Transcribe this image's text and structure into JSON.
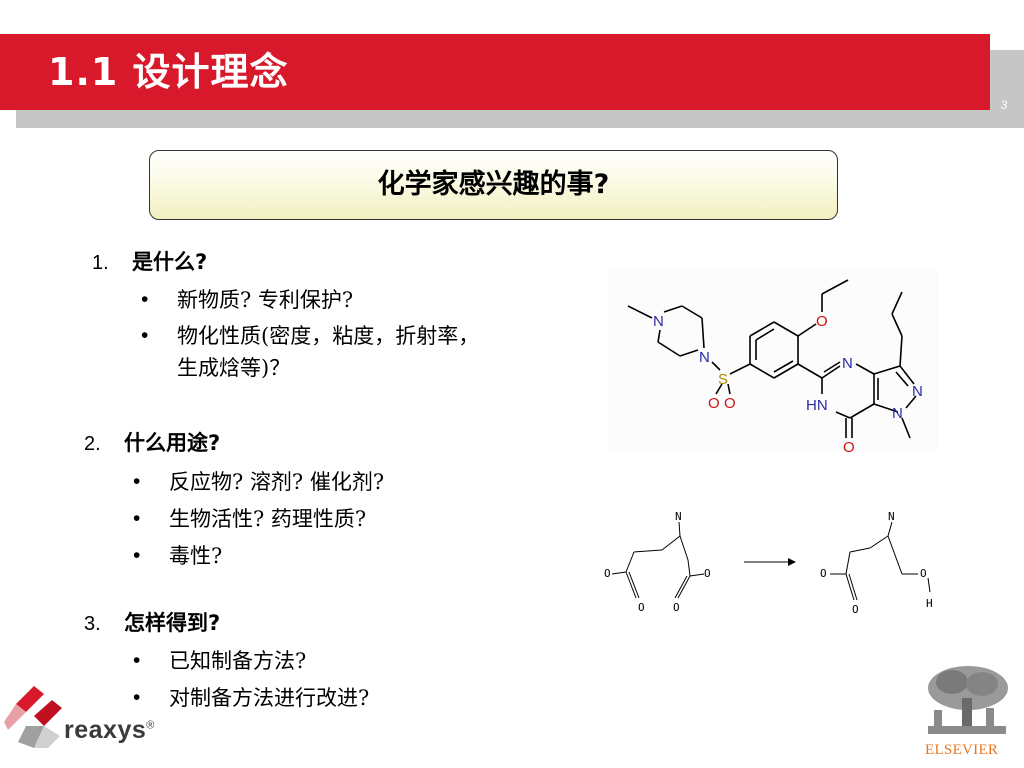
{
  "header": {
    "title": "1.1  设计理念",
    "page_number": "3"
  },
  "question_box": {
    "text": "化学家感兴趣的事?"
  },
  "sections": [
    {
      "number": "1.",
      "heading": "是什么?",
      "bullets": [
        "新物质?  专利保护?",
        "物化性质(密度，粘度，折射率，",
        "生成焓等)？"
      ]
    },
    {
      "number": "2.",
      "heading": "什么用途?",
      "bullets": [
        "反应物?  溶剂?  催化剂?",
        "生物活性?  药理性质?",
        "毒性?"
      ]
    },
    {
      "number": "3.",
      "heading": "怎样得到?",
      "bullets": [
        "已知制备方法?",
        "对制备方法进行改进?"
      ]
    }
  ],
  "molecule_labels": {
    "n": "N",
    "o": "O",
    "s": "S",
    "hn": "HN",
    "h": "H"
  },
  "logos": {
    "reaxys": "reaxys",
    "reaxys_mark": "®",
    "elsevier": "ELSEVIER"
  },
  "colors": {
    "header_red": "#d7192b",
    "header_grey": "#c6c6c6",
    "elsevier_orange": "#e87722",
    "mol_blue": "#2a2aa8",
    "mol_red": "#d01010"
  }
}
